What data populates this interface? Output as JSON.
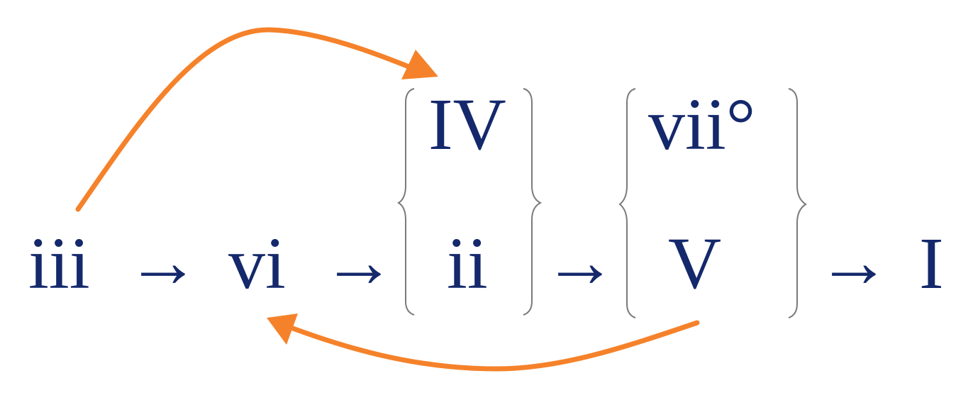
{
  "colors": {
    "chord": "#14286b",
    "bracket": "#7a7a7a",
    "arc": "#f5822a"
  },
  "chords": {
    "iii": "iii",
    "vi": "vi",
    "iv_upper": "IV",
    "ii": "ii",
    "vii_dim": "vii°",
    "v_major": "V",
    "tonic": "I"
  },
  "arrow_glyph": "→"
}
